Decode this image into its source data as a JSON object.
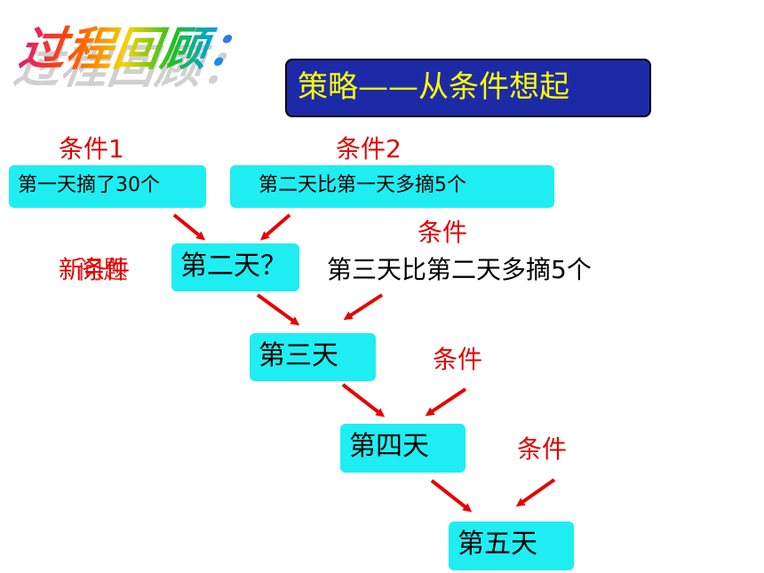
{
  "title": {
    "text": "过程回顾：",
    "colors": [
      "#e0197a",
      "#ff4d00",
      "#f5d300",
      "#20c020",
      "#00a0e8",
      "#9a2bd6"
    ]
  },
  "strategy": {
    "text": "策略——从条件想起",
    "bg_color": "#1d2aa8",
    "text_color": "#ffff00"
  },
  "labels": {
    "condition1": "条件1",
    "condition2": "条件2",
    "condition3": "条件",
    "condition4": "条件",
    "condition5": "条件",
    "new_condition": "新条件",
    "question_overlap": "问题"
  },
  "boxes": {
    "cond1": "第一天摘了30个",
    "cond2": "第二天比第一天多摘5个",
    "day2": "第二天？",
    "day3": "第三天",
    "day4": "第四天",
    "day5": "第五天"
  },
  "statement": "第三天比第二天多摘5个",
  "colors": {
    "accent_red": "#e00000",
    "box_cyan": "#1eeef2",
    "arrow_red": "#e80000"
  }
}
